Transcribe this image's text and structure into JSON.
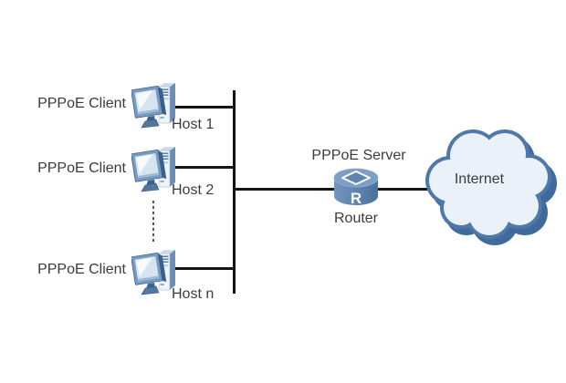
{
  "diagram": {
    "clients": [
      {
        "label": "PPPoE Client",
        "host": "Host 1"
      },
      {
        "label": "PPPoE Client",
        "host": "Host 2"
      },
      {
        "label": "PPPoE Client",
        "host": "Host n"
      }
    ],
    "server": {
      "label": "PPPoE Server",
      "device": "Router",
      "letter": "R"
    },
    "cloud": {
      "label": "Internet"
    },
    "icon_names": {
      "client": "desktop-computer-icon",
      "server": "router-icon",
      "internet": "cloud-icon"
    },
    "colors": {
      "line": "#141414",
      "text": "#3b3b3b",
      "dash": "#555555",
      "steel_blue": "#51779f",
      "steel_blue_dark": "#2f5580",
      "screen_light": "#d6e4f0",
      "tower_light": "#eff4f9",
      "router_top": "#7e9ec6",
      "router_body_light": "#7495bf",
      "router_body_dark": "#49719d",
      "cloud_fill": "#eaf1f8",
      "cloud_outline": "#4e79a9",
      "cloud_shadow": "#3f6a9b"
    }
  }
}
